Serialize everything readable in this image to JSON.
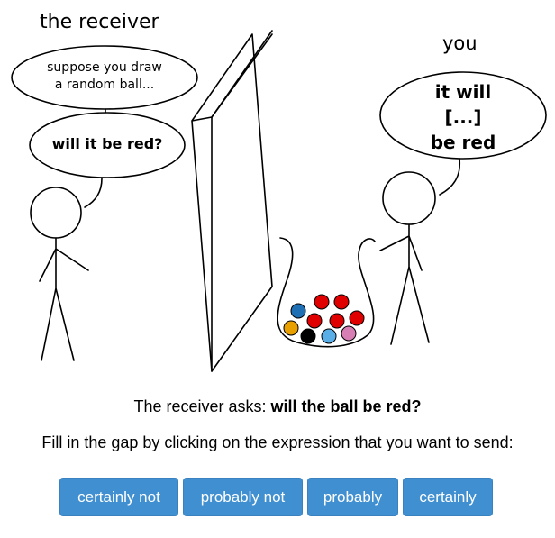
{
  "scene": {
    "receiver_label": "the receiver",
    "you_label": "you",
    "receiver_bubble_1": [
      "suppose you draw",
      "a random ball..."
    ],
    "receiver_bubble_2": "will it be red?",
    "you_bubble": [
      "it will",
      "[...]",
      "be red"
    ],
    "ball_colors": [
      "#e00000",
      "#e00000",
      "#1f6fb5",
      "#e00000",
      "#e00000",
      "#e00000",
      "#e8a000",
      "#000000",
      "#5aaee8",
      "#d77fb4"
    ]
  },
  "question": {
    "prefix": "The receiver asks: ",
    "bold": "will the ball be red?"
  },
  "instruction": "Fill in the gap by clicking on the expression that you want to send:",
  "buttons": [
    "certainly not",
    "probably not",
    "probably",
    "certainly"
  ],
  "colors": {
    "button_bg": "#3f8fd1",
    "button_text": "#ffffff"
  }
}
